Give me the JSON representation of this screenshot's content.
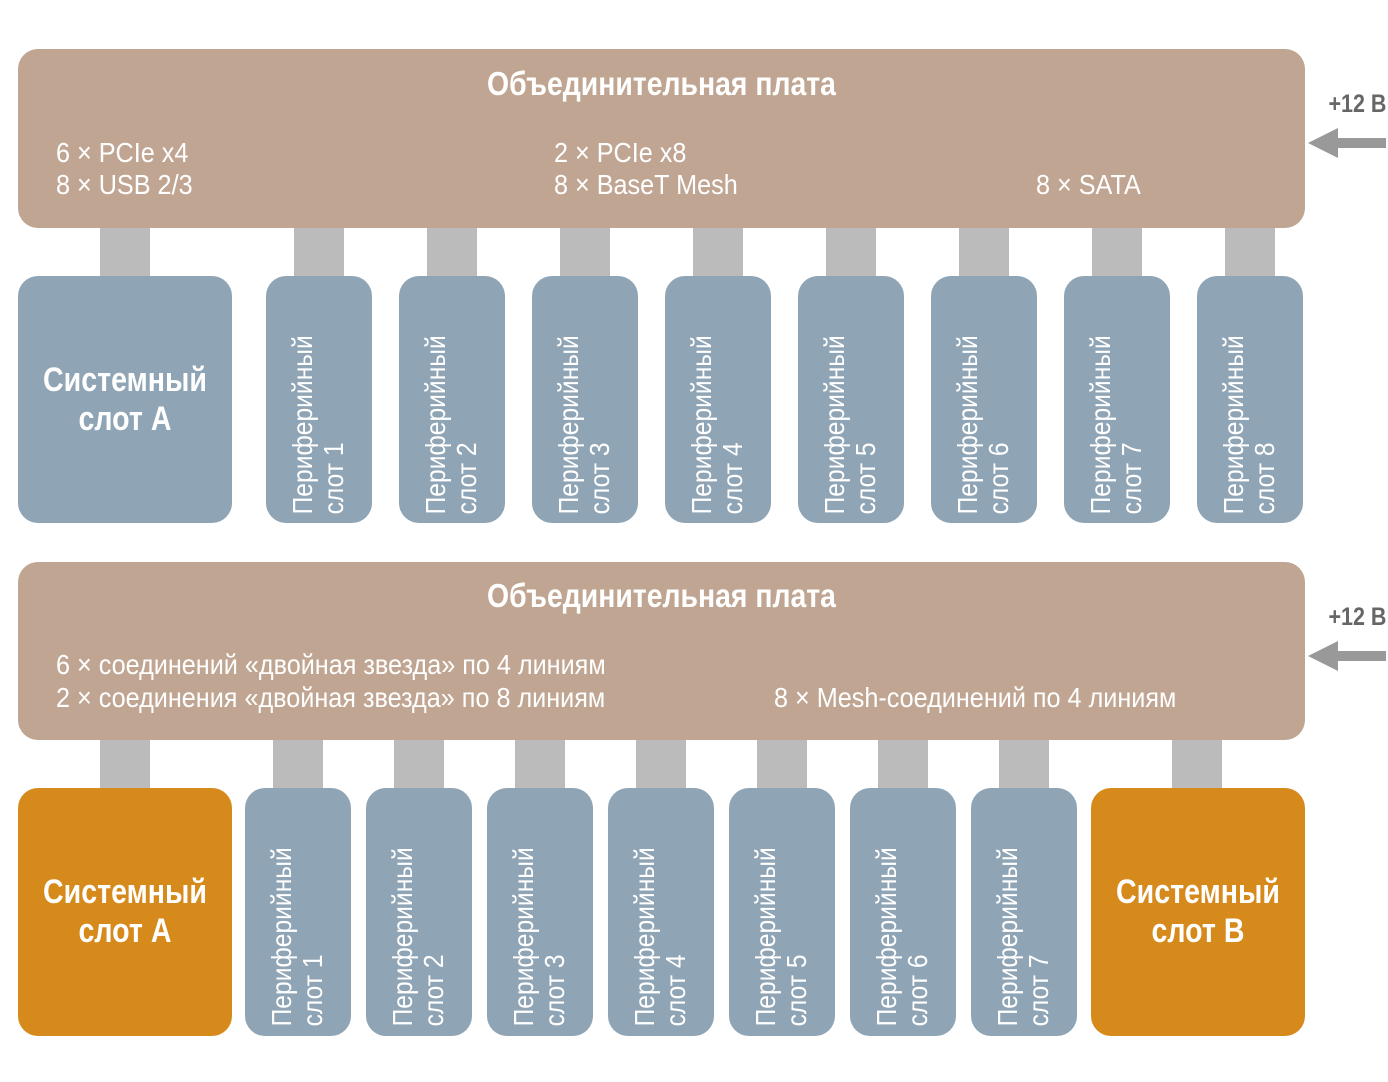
{
  "top": {
    "board_title": "Объединительная плата",
    "specs": {
      "c1_l1": "6 × PCIe x4",
      "c1_l2": "8 × USB 2/3",
      "c2_l1": "2 × PCIe x8",
      "c2_l2": "8 × BaseT Mesh",
      "c3_l2": "8 × SATA"
    },
    "power": "+12 В",
    "system_slot": "Системный слот А",
    "system_slot_l1": "Системный",
    "system_slot_l2": "слот А",
    "peripheral_slots": [
      {
        "l1": "Периферийный",
        "l2": "слот 1"
      },
      {
        "l1": "Периферийный",
        "l2": "слот 2"
      },
      {
        "l1": "Периферийный",
        "l2": "слот 3"
      },
      {
        "l1": "Периферийный",
        "l2": "слот 4"
      },
      {
        "l1": "Периферийный",
        "l2": "слот 5"
      },
      {
        "l1": "Периферийный",
        "l2": "слот 6"
      },
      {
        "l1": "Периферийный",
        "l2": "слот 7"
      },
      {
        "l1": "Периферийный",
        "l2": "слот 8"
      }
    ]
  },
  "bottom": {
    "board_title": "Объединительная плата",
    "specs": {
      "c1_l1": "6 × соединений «двойная звезда» по 4 линиям",
      "c1_l2": "2 × соединения «двойная звезда» по 8 линиям",
      "c2_l2": "8 × Mesh-соединений по 4 линиям"
    },
    "power": "+12 В",
    "system_slot_a_l1": "Системный",
    "system_slot_a_l2": "слот А",
    "system_slot_b_l1": "Системный",
    "system_slot_b_l2": "слот В",
    "peripheral_slots": [
      {
        "l1": "Периферийный",
        "l2": "слот 1"
      },
      {
        "l1": "Периферийный",
        "l2": "слот 2"
      },
      {
        "l1": "Периферийный",
        "l2": "слот 3"
      },
      {
        "l1": "Периферийный",
        "l2": "слот 4"
      },
      {
        "l1": "Периферийный",
        "l2": "слот 5"
      },
      {
        "l1": "Периферийный",
        "l2": "слот 6"
      },
      {
        "l1": "Периферийный",
        "l2": "слот 7"
      }
    ]
  },
  "colors": {
    "board": "#c0a692",
    "connector": "#bbbbbb",
    "peripheral_slot": "#8fa4b4",
    "system_slot_top": "#8fa4b4",
    "system_slot_bottom": "#d68a1c",
    "power_arrow": "#999999"
  }
}
